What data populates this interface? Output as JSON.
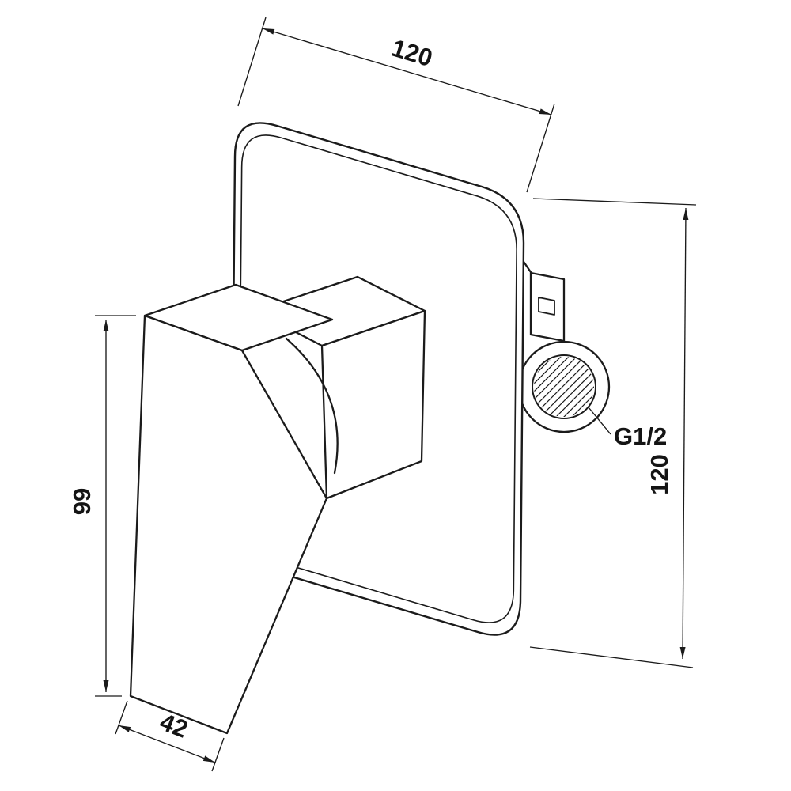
{
  "canvas": {
    "background": "#ffffff",
    "line_color": "#1b1b1b"
  },
  "drawing": {
    "kind": "technical dimension drawing of concealed shower mixer valve",
    "labels": {
      "dim_top_width": "120",
      "dim_right_height": "120",
      "dim_handle_length": "99",
      "dim_handle_depth": "42",
      "thread_spec": "G1/2"
    }
  }
}
